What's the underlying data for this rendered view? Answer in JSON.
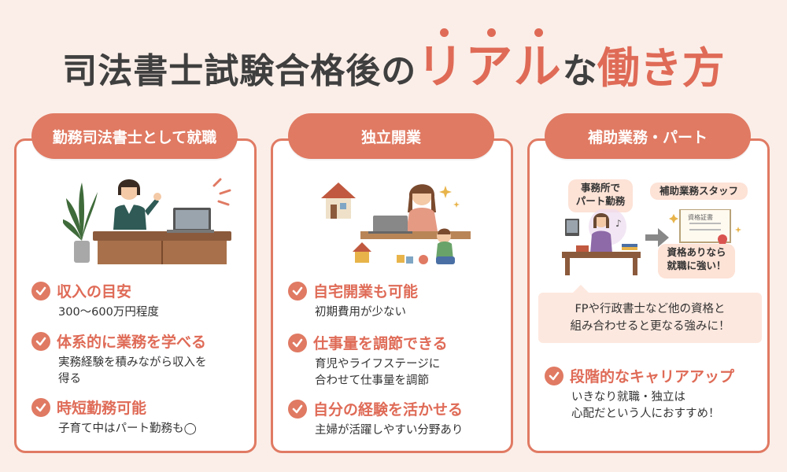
{
  "title": {
    "part1": "司法書士試験合格後の",
    "part2": "リアル",
    "part3": "な",
    "part4": "働き方"
  },
  "columns": [
    {
      "header": "勤務司法書士として就職",
      "items": [
        {
          "heading": "収入の目安",
          "desc": [
            "300〜600万円程度"
          ]
        },
        {
          "heading": "体系的に業務を学べる",
          "desc": [
            "実務経験を積みながら収入を",
            "得る"
          ]
        },
        {
          "heading": "時短勤務可能",
          "desc": [
            "子育て中はパート勤務も◯"
          ]
        }
      ]
    },
    {
      "header": "独立開業",
      "items": [
        {
          "heading": "自宅開業も可能",
          "desc": [
            "初期費用が少ない"
          ]
        },
        {
          "heading": "仕事量を調節できる",
          "desc": [
            "育児やライフステージに",
            "合わせて仕事量を調節"
          ]
        },
        {
          "heading": "自分の経験を活かせる",
          "desc": [
            "主婦が活躍しやすい分野あり"
          ]
        }
      ]
    },
    {
      "header": "補助業務・パート",
      "illustration": {
        "office_label": [
          "事務所で",
          "パート勤務"
        ],
        "staff_label": "補助業務スタッフ",
        "cert_label": "資格証書",
        "strength_label": [
          "資格ありなら",
          "就職に強い！"
        ]
      },
      "note": [
        "FPや行政書士など他の資格と",
        "組み合わせると更なる強みに！"
      ],
      "items": [
        {
          "heading": "段階的なキャリアアップ",
          "desc": [
            "いきなり就職・独立は",
            "心配だという人におすすめ！"
          ]
        }
      ]
    }
  ],
  "colors": {
    "accent": "#e07a63",
    "background": "#fbeee8",
    "text": "#333333"
  }
}
